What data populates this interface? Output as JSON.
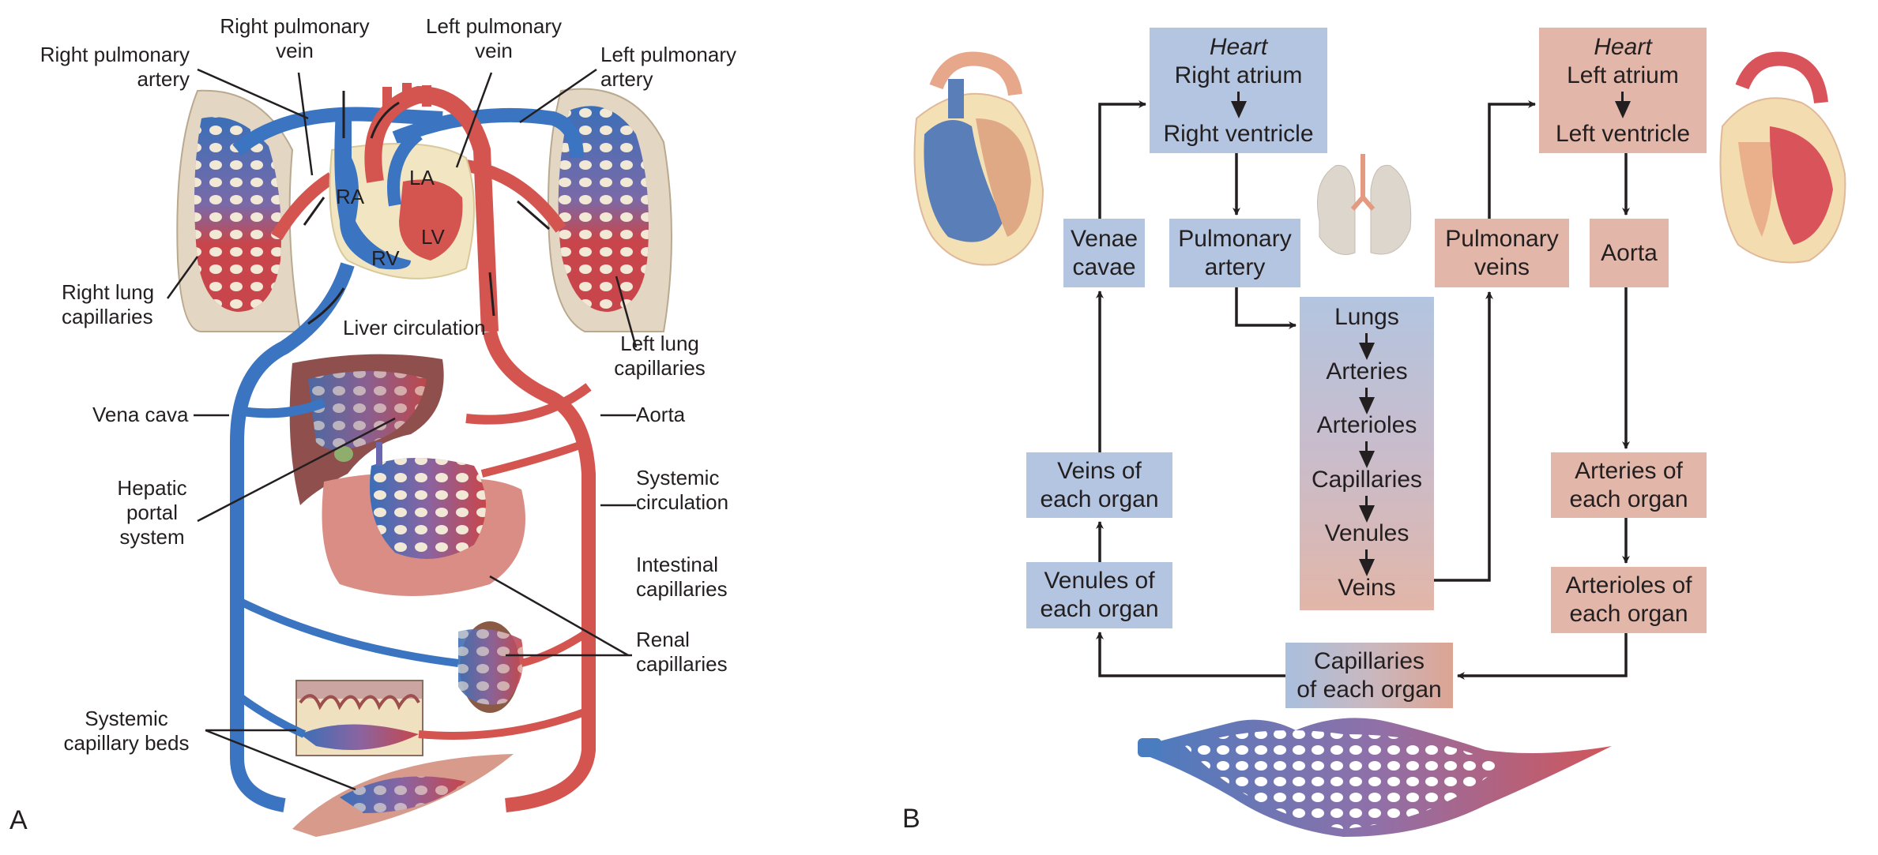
{
  "panel_a": {
    "letter": "A",
    "labels": {
      "right_pulmonary_artery": [
        "Right pulmonary",
        "artery"
      ],
      "right_pulmonary_vein": [
        "Right pulmonary",
        "vein"
      ],
      "left_pulmonary_vein": [
        "Left pulmonary",
        "vein"
      ],
      "left_pulmonary_artery": [
        "Left pulmonary",
        "artery"
      ],
      "right_lung_capillaries": [
        "Right lung",
        "capillaries"
      ],
      "left_lung_capillaries": [
        "Left lung",
        "capillaries"
      ],
      "liver_circulation": "Liver circulation",
      "vena_cava": "Vena cava",
      "aorta": "Aorta",
      "hepatic_portal_system": [
        "Hepatic",
        "portal",
        "system"
      ],
      "systemic_circulation": [
        "Systemic",
        "circulation"
      ],
      "intestinal_capillaries": [
        "Intestinal",
        "capillaries"
      ],
      "renal_capillaries": [
        "Renal",
        "capillaries"
      ],
      "systemic_capillary_beds": [
        "Systemic",
        "capillary beds"
      ],
      "heart_chambers": {
        "ra": "RA",
        "la": "LA",
        "rv": "RV",
        "lv": "LV"
      }
    }
  },
  "panel_b": {
    "letter": "B",
    "colors": {
      "venous_box": "#b3c5e0",
      "arterial_box": "#e2b6a8",
      "arrow": "#231f20"
    },
    "boxes": {
      "right_heart": {
        "title": "Heart",
        "top": "Right atrium",
        "bottom": "Right ventricle"
      },
      "left_heart": {
        "title": "Heart",
        "top": "Left atrium",
        "bottom": "Left ventricle"
      },
      "venae_cavae": [
        "Venae",
        "cavae"
      ],
      "pulmonary_artery": [
        "Pulmonary",
        "artery"
      ],
      "pulmonary_veins": [
        "Pulmonary",
        "veins"
      ],
      "aorta": "Aorta",
      "lungs_column": [
        "Lungs",
        "Arteries",
        "Arterioles",
        "Capillaries",
        "Venules",
        "Veins"
      ],
      "veins_of_each_organ": [
        "Veins of",
        "each organ"
      ],
      "venules_of_each_organ": [
        "Venules of",
        "each organ"
      ],
      "arteries_of_each_organ": [
        "Arteries of",
        "each organ"
      ],
      "arterioles_of_each_organ": [
        "Arterioles of",
        "each organ"
      ],
      "capillaries_of_each_organ": [
        "Capillaries",
        "of each organ"
      ]
    }
  }
}
